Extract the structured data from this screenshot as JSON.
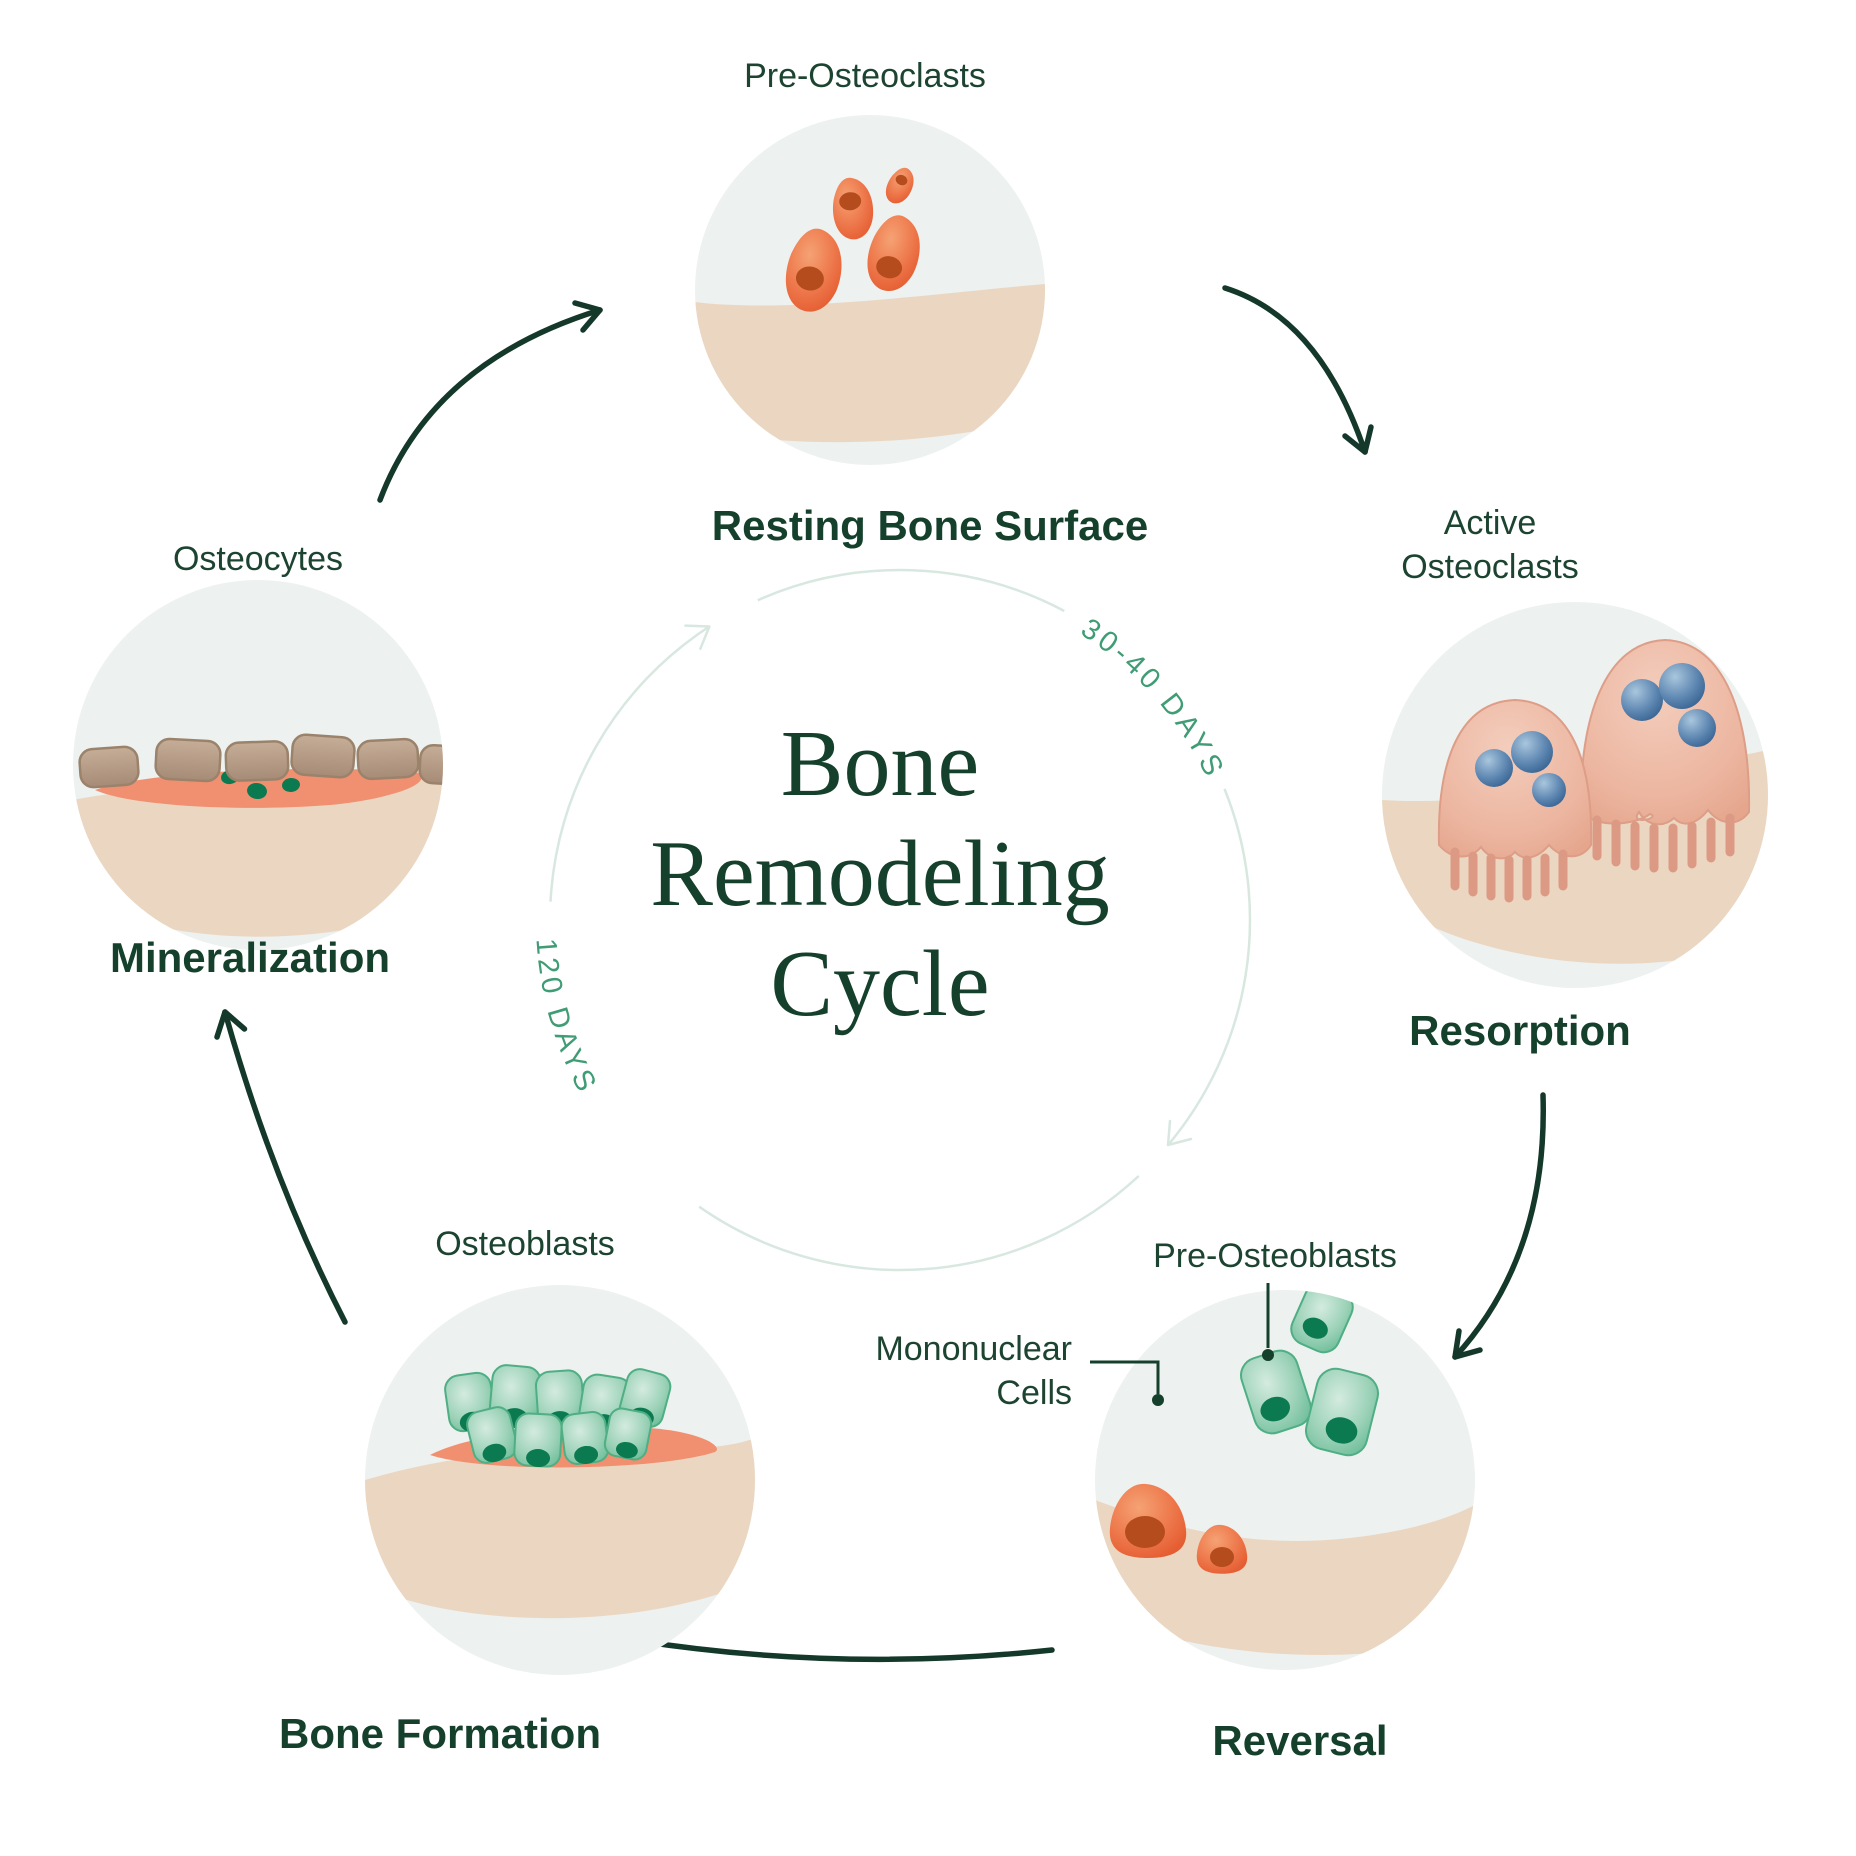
{
  "title": {
    "line1": "Bone",
    "line2": "Remodeling",
    "line3": "Cycle"
  },
  "cycle": {
    "duration_upper": "30-40 DAYS",
    "duration_lower": "120 DAYS"
  },
  "stages": [
    {
      "id": "resting",
      "name": "Resting Bone Surface",
      "cells": "Pre-Osteoclasts"
    },
    {
      "id": "resorption",
      "name": "Resorption",
      "cells_line1": "Active",
      "cells_line2": "Osteoclasts"
    },
    {
      "id": "reversal",
      "name": "Reversal",
      "callout_pre_osteoblasts": "Pre-Osteoblasts",
      "callout_mononuclear_line1": "Mononuclear",
      "callout_mononuclear_line2": "Cells"
    },
    {
      "id": "bone_formation",
      "name": "Bone Formation",
      "cells": "Osteoblasts"
    },
    {
      "id": "mineralization",
      "name": "Mineralization",
      "cells": "Osteocytes"
    }
  ],
  "colors": {
    "dark_green_text": "#15402c",
    "label_green": "#1c4431",
    "arrow_green": "#14382a",
    "days_green": "#3f9c74",
    "pale_ring": "#d8e8e0",
    "circle_background": "#edf1f0",
    "bone_tan": "#ebd7c1",
    "osteoid_salmon": "#f19070",
    "cell_orange": "#e8643c",
    "cell_orange_nucleus": "#b54c1e",
    "osteoclast_pink": "#eec2b0",
    "nucleus_blue": "#41709f",
    "cell_green": "#4fae84",
    "cell_green_nucleus": "#0c7a50",
    "lining_cell_brown": "#b09681",
    "background": "#ffffff"
  }
}
